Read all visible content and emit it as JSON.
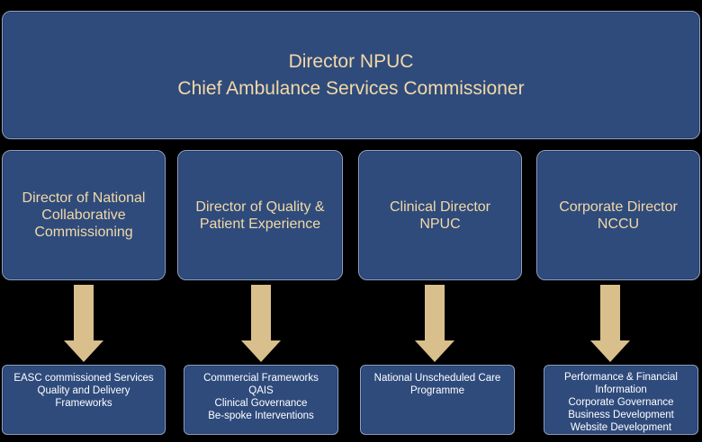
{
  "top": {
    "line1": "Director NPUC",
    "line2": "Chief Ambulance Services Commissioner"
  },
  "directors": [
    {
      "lines": [
        "Director of National",
        "Collaborative",
        "Commissioning"
      ]
    },
    {
      "lines": [
        "Director of Quality &",
        "Patient Experience"
      ]
    },
    {
      "lines": [
        "Clinical Director",
        "NPUC"
      ]
    },
    {
      "lines": [
        "Corporate Director",
        "NCCU"
      ]
    }
  ],
  "responsibilities": [
    {
      "lines": [
        "EASC commissioned Services",
        "Quality and Delivery",
        "Frameworks"
      ]
    },
    {
      "lines": [
        "Commercial Frameworks",
        "QAIS",
        "Clinical Governance",
        "Be-spoke Interventions"
      ]
    },
    {
      "lines": [
        "National Unscheduled Care",
        "Programme"
      ]
    },
    {
      "lines": [
        "Performance & Financial",
        "Information",
        "Corporate Governance",
        "Business Development",
        "Website Development"
      ]
    }
  ],
  "colors": {
    "box_fill": "#2f4b7c",
    "box_border": "#8ea4c8",
    "heading_text": "#f2d9a6",
    "detail_text": "#ffffff",
    "arrow_fill": "#d9bf8c",
    "background": "#000000"
  }
}
